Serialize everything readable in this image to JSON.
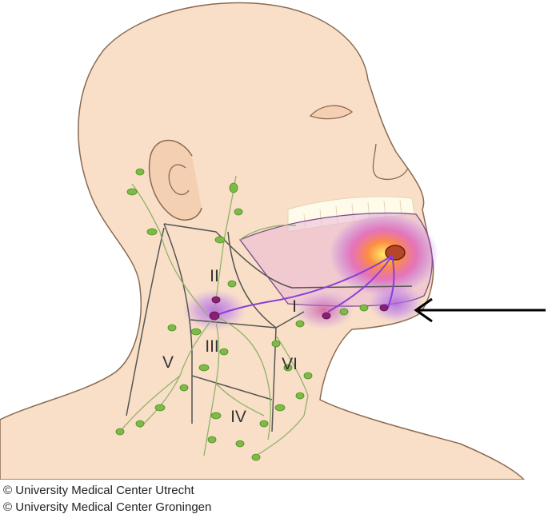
{
  "figure": {
    "level_labels": {
      "I": "I",
      "II": "II",
      "III": "III",
      "IV": "IV",
      "V": "V",
      "VI": "VI"
    },
    "colors": {
      "skin": "#f9dfc7",
      "outline": "#8a6a52",
      "teeth": "#fffbea",
      "lymph_node": "#7dbb45",
      "lymph_vessel": "#8fb36a",
      "metastatic_node": "#8b1f74",
      "drainage_path": "#8a3fd6",
      "tumor": "#b5462a",
      "tumor_glow": "#ff7a3a",
      "level_lines": "#555555",
      "arrow": "#000000"
    },
    "icons": [
      "copyright-icon"
    ]
  },
  "credits": [
    {
      "symbol": "©",
      "text": "University Medical Center Utrecht"
    },
    {
      "symbol": "©",
      "text": "University Medical Center Groningen"
    }
  ]
}
